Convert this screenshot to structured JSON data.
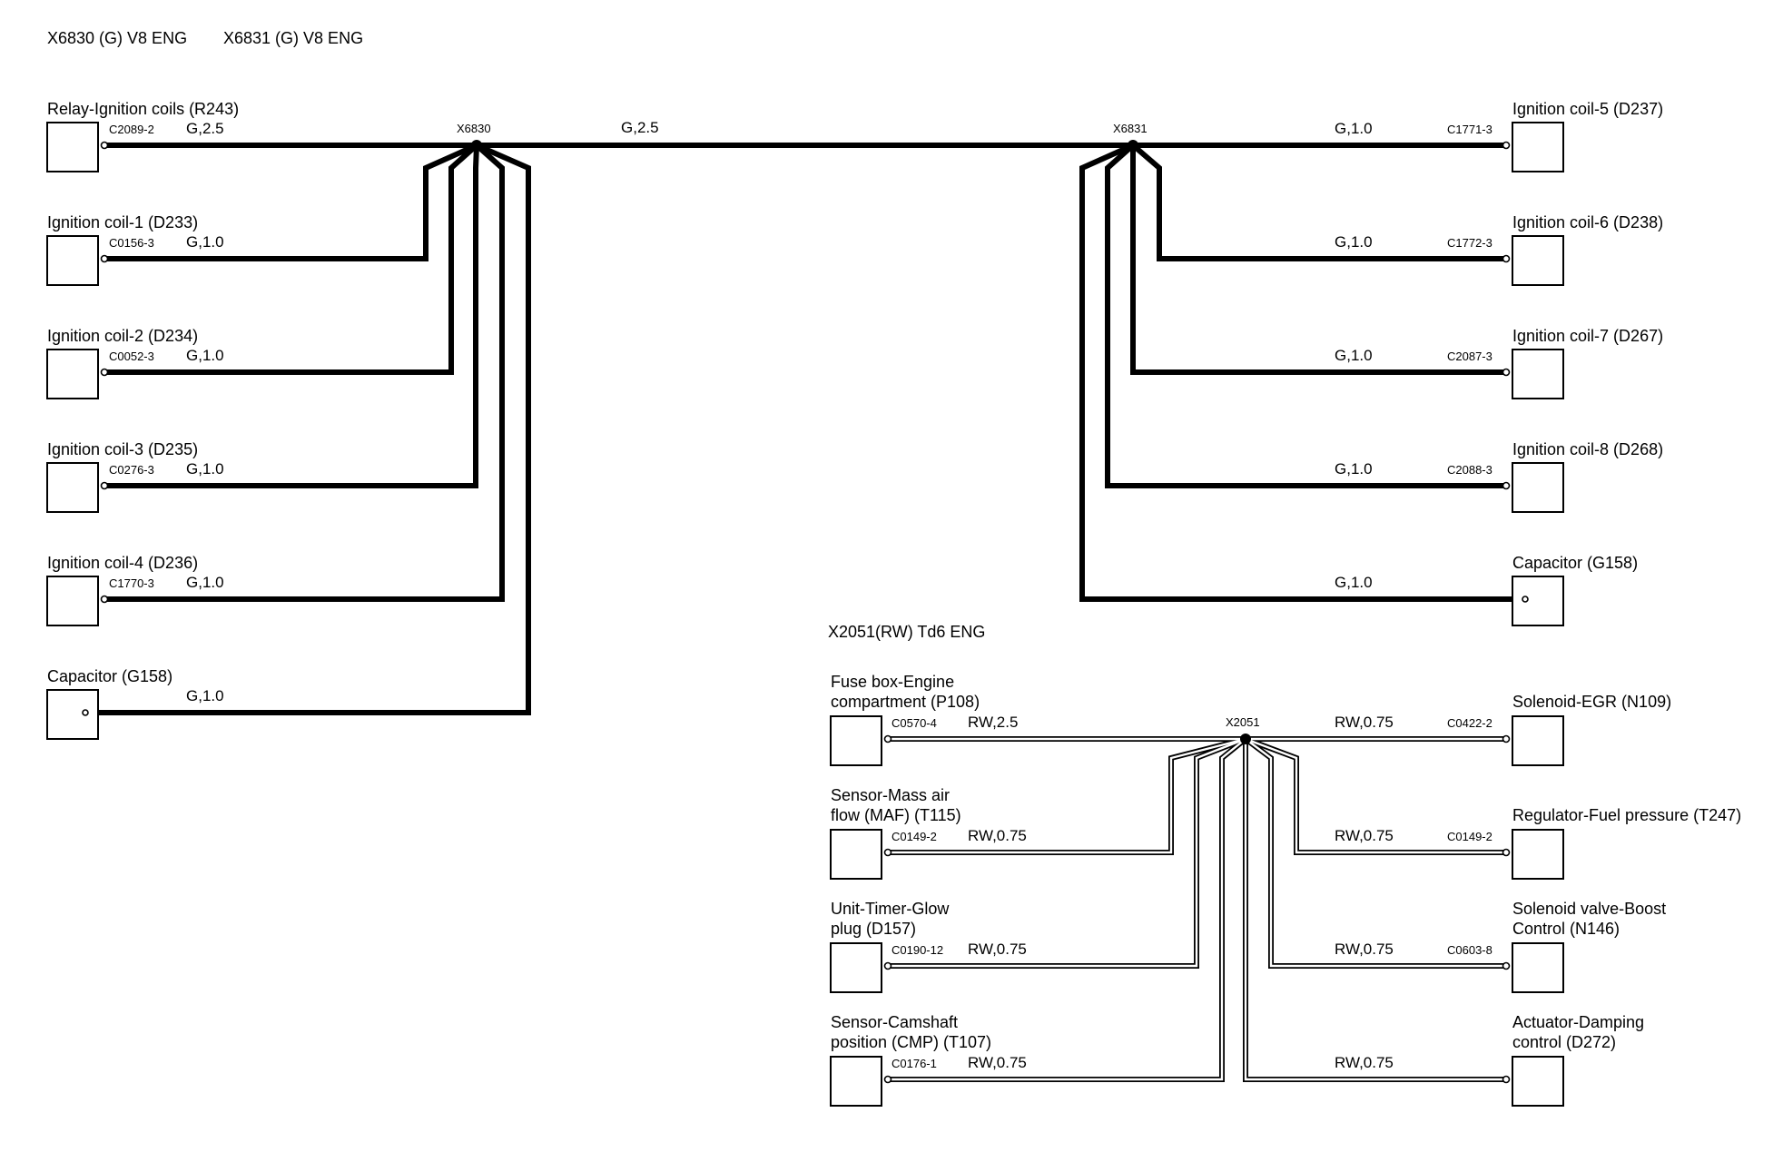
{
  "titles": {
    "v8_a": "X6830 (G) V8 ENG",
    "v8_b": "X6831 (G) V8 ENG",
    "td6": "X2051(RW) Td6 ENG"
  },
  "splices": {
    "x6830": "X6830",
    "x6831": "X6831",
    "x2051": "X2051"
  },
  "trunk_wire": "G,2.5",
  "v8_left": [
    {
      "name": "Relay-Ignition coils (R243)",
      "connector": "C2089-2",
      "wire": "G,2.5"
    },
    {
      "name": "Ignition coil-1 (D233)",
      "connector": "C0156-3",
      "wire": "G,1.0"
    },
    {
      "name": "Ignition coil-2 (D234)",
      "connector": "C0052-3",
      "wire": "G,1.0"
    },
    {
      "name": "Ignition coil-3 (D235)",
      "connector": "C0276-3",
      "wire": "G,1.0"
    },
    {
      "name": "Ignition coil-4 (D236)",
      "connector": "C1770-3",
      "wire": "G,1.0"
    },
    {
      "name": "Capacitor (G158)",
      "connector": "",
      "wire": "G,1.0"
    }
  ],
  "v8_right": [
    {
      "name": "Ignition coil-5 (D237)",
      "connector": "C1771-3",
      "wire": "G,1.0"
    },
    {
      "name": "Ignition coil-6 (D238)",
      "connector": "C1772-3",
      "wire": "G,1.0"
    },
    {
      "name": "Ignition coil-7 (D267)",
      "connector": "C2087-3",
      "wire": "G,1.0"
    },
    {
      "name": "Ignition coil-8 (D268)",
      "connector": "C2088-3",
      "wire": "G,1.0"
    },
    {
      "name": "Capacitor (G158)",
      "connector": "",
      "wire": "G,1.0"
    }
  ],
  "td6_left": [
    {
      "name_lines": [
        "Fuse box-Engine",
        "compartment (P108)"
      ],
      "connector": "C0570-4",
      "wire": "RW,2.5"
    },
    {
      "name_lines": [
        "Sensor-Mass air",
        "flow (MAF) (T115)"
      ],
      "connector": "C0149-2",
      "wire": "RW,0.75"
    },
    {
      "name_lines": [
        "Unit-Timer-Glow",
        "plug (D157)"
      ],
      "connector": "C0190-12",
      "wire": "RW,0.75"
    },
    {
      "name_lines": [
        "Sensor-Camshaft",
        "position (CMP) (T107)"
      ],
      "connector": "C0176-1",
      "wire": "RW,0.75"
    }
  ],
  "td6_right": [
    {
      "name_lines": [
        "Solenoid-EGR (N109)"
      ],
      "connector": "C0422-2",
      "wire": "RW,0.75"
    },
    {
      "name_lines": [
        "Regulator-Fuel pressure (T247)"
      ],
      "connector": "C0149-2",
      "wire": "RW,0.75"
    },
    {
      "name_lines": [
        "Solenoid valve-Boost",
        "Control (N146)"
      ],
      "connector": "C0603-8",
      "wire": "RW,0.75"
    },
    {
      "name_lines": [
        "Actuator-Damping",
        "control (D272)"
      ],
      "connector": "",
      "wire": "RW,0.75"
    }
  ]
}
